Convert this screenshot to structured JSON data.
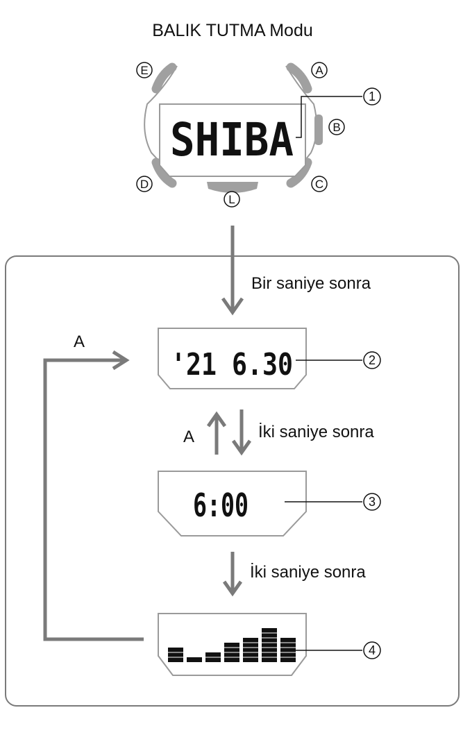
{
  "title": "BALIK TUTMA Modu",
  "buttons": {
    "a": "A",
    "b": "B",
    "c": "C",
    "d": "D",
    "e": "E",
    "l": "L"
  },
  "displays": {
    "top": "SHIBA",
    "date": "'21 6.30",
    "time": "6:00",
    "graph_levels": [
      3,
      1,
      2,
      4,
      5,
      7,
      5
    ]
  },
  "steps": {
    "after_one_second": "Bir saniye sonra",
    "after_two_seconds_1": "İki saniye sonra",
    "after_two_seconds_2": "İki saniye sonra",
    "button_up": "A",
    "button_loop": "A"
  },
  "callouts": {
    "c1": "1",
    "c2": "2",
    "c3": "3",
    "c4": "4"
  },
  "colors": {
    "arrow": "#7a7a7a",
    "outline": "#9a9a9a",
    "bezel": "#a0a0a0",
    "ink": "#111111"
  }
}
